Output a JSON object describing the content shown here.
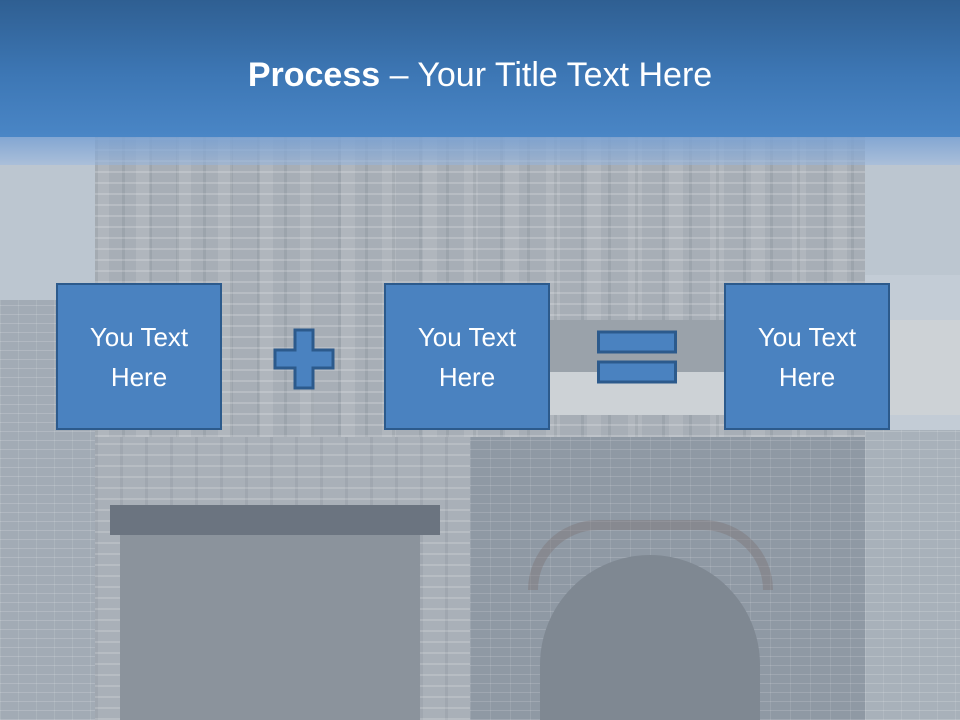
{
  "slide": {
    "title_bold": "Process",
    "title_rest": " – Your Title Text Here"
  },
  "process": {
    "boxes": [
      {
        "text": "You Text\nHere"
      },
      {
        "text": "You Text\nHere"
      },
      {
        "text": "You Text\nHere"
      }
    ],
    "operators": [
      "plus",
      "equals"
    ]
  },
  "colors": {
    "title_bar": "#3d77b5",
    "box_fill": "#4a82c0",
    "box_border": "#2c5a8c",
    "text": "#ffffff"
  }
}
